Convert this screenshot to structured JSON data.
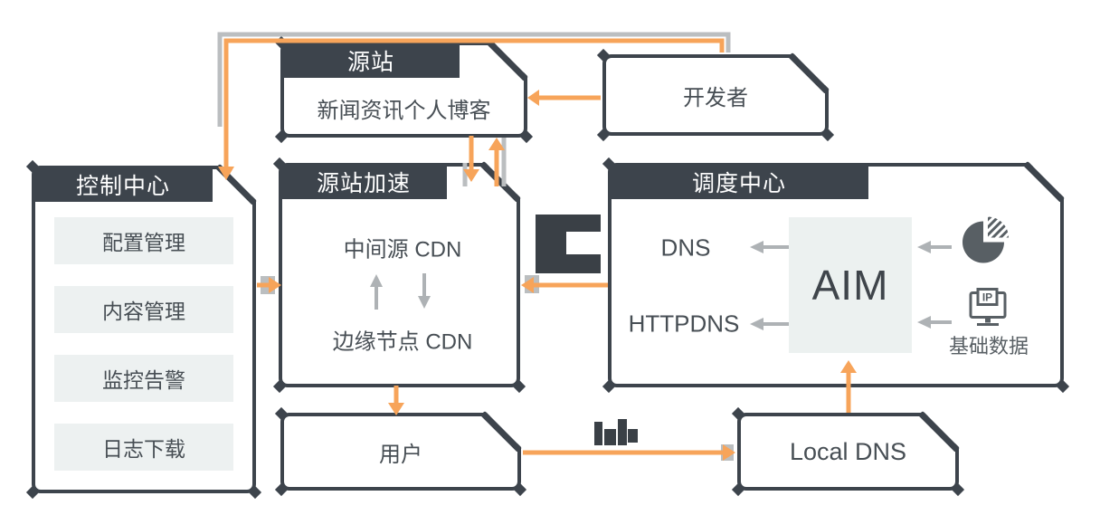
{
  "palette": {
    "dark_slate": "#3D444C",
    "orange_arrow": "#F7A45A",
    "gray_arrow": "#AEB2B5",
    "item_background": "#EDF1F1",
    "aim_background": "#ECF1F0",
    "body_text": "#474E54",
    "icon_gray": "#585F64",
    "header_text": "#FFFFFF"
  },
  "nodes": {
    "origin": {
      "header": "源站",
      "body": "新闻资讯个人博客"
    },
    "developer": {
      "label": "开发者"
    },
    "control_center": {
      "header": "控制中心",
      "items": [
        "配置管理",
        "内容管理",
        "监控告警",
        "日志下载"
      ]
    },
    "origin_acceleration": {
      "header": "源站加速",
      "middle_cdn": "中间源 CDN",
      "edge_cdn": "边缘节点 CDN"
    },
    "scheduling_center": {
      "header": "调度中心",
      "dns_label": "DNS",
      "httpdns_label": "HTTPDNS",
      "aim_label": "AIM",
      "ip_icon_label": "IP",
      "base_data_label": "基础数据"
    },
    "user": {
      "label": "用户"
    },
    "local_dns": {
      "label": "Local DNS"
    }
  },
  "icons": {
    "pie_chart": "pie-chart-icon",
    "ip_monitor": "ip-monitor-icon"
  }
}
